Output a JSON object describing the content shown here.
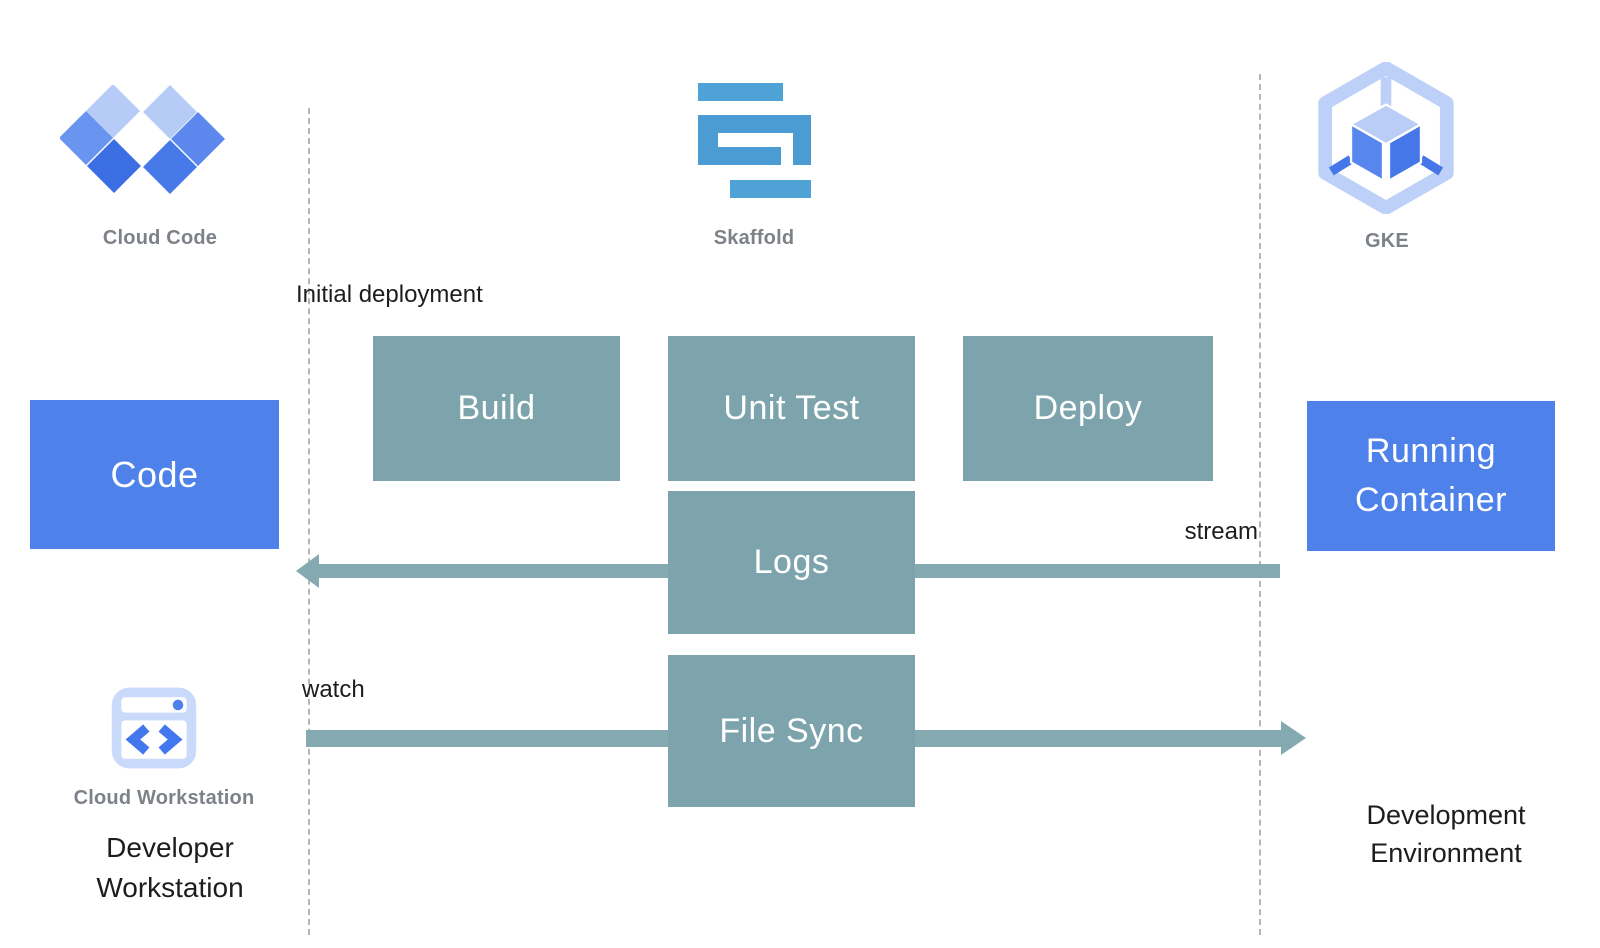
{
  "icons": {
    "cloud_code": {
      "label": "Cloud Code"
    },
    "skaffold": {
      "label": "Skaffold"
    },
    "gke": {
      "label": "GKE"
    },
    "cloud_workstation": {
      "label": "Cloud Workstation"
    }
  },
  "boxes": {
    "build": {
      "label": "Build"
    },
    "unit_test": {
      "label": "Unit Test"
    },
    "deploy": {
      "label": "Deploy"
    },
    "code": {
      "label": "Code"
    },
    "running_container": {
      "label": "Running Container"
    },
    "logs": {
      "label": "Logs"
    },
    "file_sync": {
      "label": "File Sync"
    }
  },
  "annotations": {
    "initial_deployment": "Initial deployment",
    "stream": "stream",
    "watch": "watch",
    "developer_workstation": "Developer Workstation",
    "development_environment": "Development Environment"
  },
  "colors": {
    "process_box_teal": "#7da4ac",
    "artifact_box_blue": "#4e82ea",
    "arrow_teal": "#84a9b1",
    "icon_label_gray": "#7d8288",
    "skaffold_blue": "#4a9cd3",
    "cloud_code_light_blue": "#b6cbf5",
    "cloud_code_mid_blue": "#6792ef",
    "cloud_code_dark_blue": "#3e70e5",
    "gke_light_blue": "#bcd0f8",
    "gke_cube_blue": "#5584ee",
    "dashed_line_gray": "#b6b6b6",
    "text_dark": "#1d1d1f"
  }
}
